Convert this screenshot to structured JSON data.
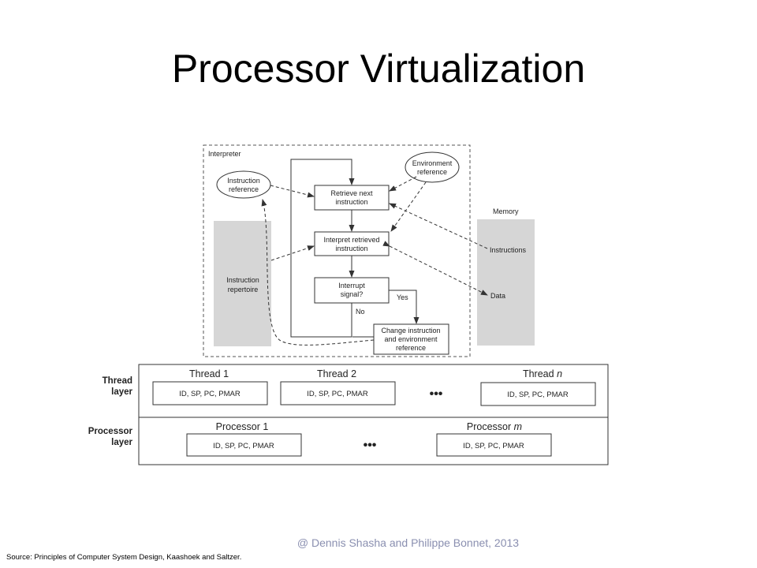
{
  "slide": {
    "title": "Processor Virtualization",
    "copyright": "@ Dennis Shasha and Philippe Bonnet, 2013",
    "source": "Source: Principles of Computer System Design, Kaashoek and Saltzer."
  },
  "interpreter": {
    "label": "Interpreter",
    "instruction_reference": [
      "Instruction",
      "reference"
    ],
    "environment_reference": [
      "Environment",
      "reference"
    ],
    "retrieve": [
      "Retrieve next",
      "instruction"
    ],
    "interpret": [
      "Interpret retrieved",
      "instruction"
    ],
    "interrupt": [
      "Interrupt",
      "signal?"
    ],
    "change": [
      "Change instruction",
      "and environment",
      "reference"
    ],
    "yes": "Yes",
    "no": "No",
    "instruction_repertoire": [
      "Instruction",
      "repertoire"
    ]
  },
  "memory": {
    "label": "Memory",
    "instructions": "Instructions",
    "data": "Data"
  },
  "thread_layer": {
    "label": [
      "Thread",
      "layer"
    ],
    "threads": [
      {
        "name": "Thread 1",
        "regs": "ID, SP, PC, PMAR"
      },
      {
        "name": "Thread 2",
        "regs": "ID, SP, PC, PMAR"
      },
      {
        "name_prefix": "Thread ",
        "name_var": "n",
        "regs": "ID, SP, PC, PMAR"
      }
    ],
    "ellipsis": "•••"
  },
  "processor_layer": {
    "label": [
      "Processor",
      "layer"
    ],
    "processors": [
      {
        "name": "Processor 1",
        "regs": "ID, SP, PC, PMAR"
      },
      {
        "name_prefix": "Processor ",
        "name_var": "m",
        "regs": "ID, SP, PC, PMAR"
      }
    ],
    "ellipsis": "•••"
  }
}
